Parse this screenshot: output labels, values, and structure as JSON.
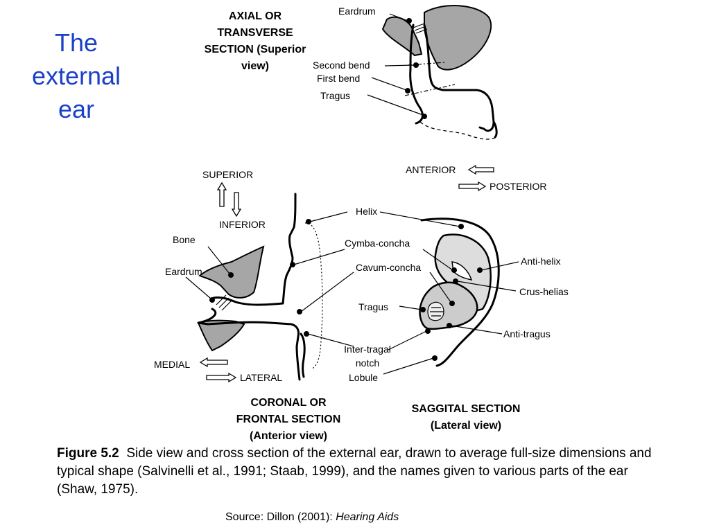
{
  "slide": {
    "title_line1": "The",
    "title_line2": "external",
    "title_line3": "ear"
  },
  "axial": {
    "title_line1": "AXIAL OR",
    "title_line2": "TRANSVERSE",
    "title_line3": "SECTION (Superior",
    "title_line4": "view)",
    "labels": {
      "eardrum": "Eardrum",
      "second_bend": "Second bend",
      "first_bend": "First bend",
      "tragus": "Tragus"
    }
  },
  "orientation": {
    "anterior": "ANTERIOR",
    "posterior": "POSTERIOR",
    "superior": "SUPERIOR",
    "inferior": "INFERIOR",
    "medial": "MEDIAL",
    "lateral": "LATERAL"
  },
  "coronal": {
    "title_line1": "CORONAL OR",
    "title_line2": "FRONTAL SECTION",
    "title_line3": "(Anterior view)",
    "labels": {
      "bone": "Bone",
      "eardrum": "Eardrum"
    }
  },
  "shared_labels": {
    "helix": "Helix",
    "cymba_concha": "Cymba-concha",
    "cavum_concha": "Cavum-concha",
    "tragus": "Tragus",
    "inter_tragal_line1": "Inter-tragal",
    "inter_tragal_line2": "notch",
    "lobule": "Lobule"
  },
  "sagittal": {
    "title_line1": "SAGGITAL SECTION",
    "title_line2": "(Lateral view)",
    "labels": {
      "anti_helix": "Anti-helix",
      "crus_helias": "Crus-helias",
      "anti_tragus": "Anti-tragus"
    }
  },
  "caption": {
    "figure_label": "Figure 5.2",
    "text": "Side view and cross section of the external ear, drawn to average full-size dimensions and typical shape (Salvinelli et al., 1991; Staab, 1999), and the names given to various parts of the ear (Shaw, 1975)."
  },
  "source": {
    "prefix": "Source:  Dillon (2001): ",
    "title": "Hearing Aids"
  },
  "colors": {
    "title_blue": "#1a3fc8",
    "bone_gray": "#a6a6a6",
    "ear_gray": "#cccccc"
  }
}
